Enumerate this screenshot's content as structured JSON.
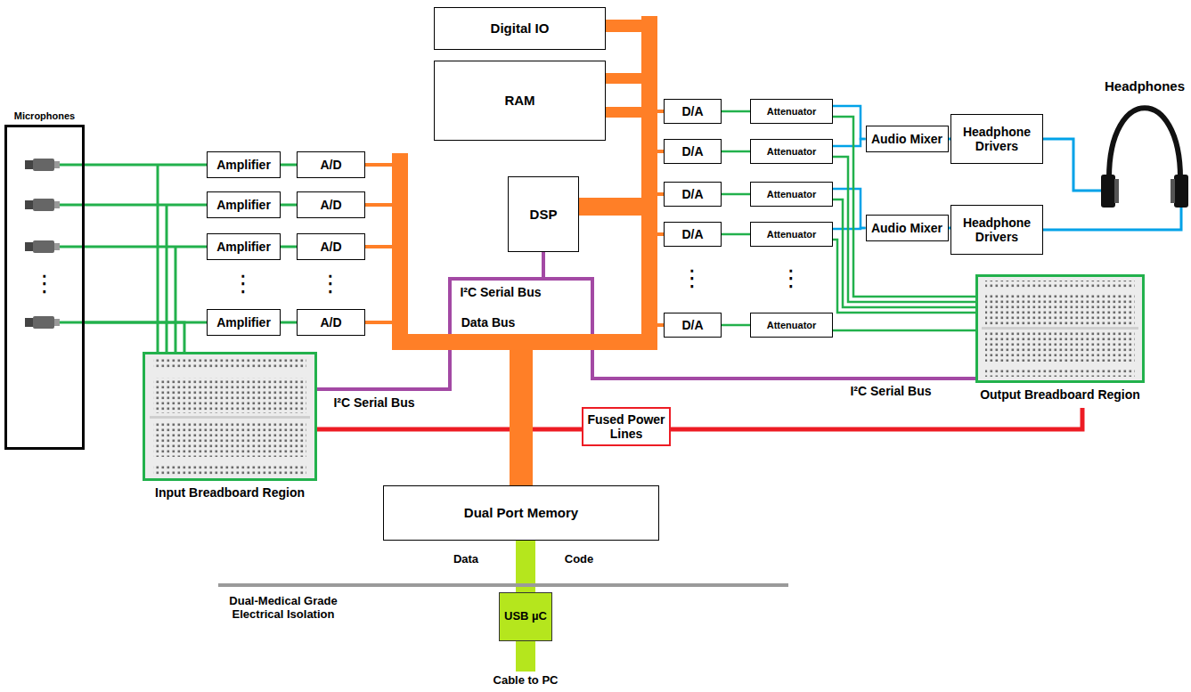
{
  "diagram": {
    "nodes": [
      {
        "text": [
          "Digital IO"
        ]
      },
      {
        "text": [
          "RAM"
        ]
      },
      {
        "text": [
          "Microphones"
        ]
      },
      {
        "text": [
          "Amplifier"
        ]
      },
      {
        "text": [
          "A/D"
        ]
      },
      {
        "text": [
          "Amplifier"
        ]
      },
      {
        "text": [
          "A/D"
        ]
      },
      {
        "text": [
          "Amplifier"
        ]
      },
      {
        "text": [
          "A/D"
        ]
      },
      {
        "text": [
          "Amplifier"
        ]
      },
      {
        "text": [
          "A/D"
        ]
      },
      {
        "text": [
          "DSP"
        ]
      },
      {
        "text": [
          "D/A"
        ]
      },
      {
        "text": [
          "Attenuator"
        ]
      },
      {
        "text": [
          "D/A"
        ]
      },
      {
        "text": [
          "Attenuator"
        ]
      },
      {
        "text": [
          "D/A"
        ]
      },
      {
        "text": [
          "Attenuator"
        ]
      },
      {
        "text": [
          "D/A"
        ]
      },
      {
        "text": [
          "Attenuator"
        ]
      },
      {
        "text": [
          "D/A"
        ]
      },
      {
        "text": [
          "Attenuator"
        ]
      },
      {
        "text": [
          "Audio Mixer"
        ]
      },
      {
        "text": [
          "Headphone Drivers"
        ]
      },
      {
        "text": [
          "Audio Mixer"
        ]
      },
      {
        "text": [
          "Headphone Drivers"
        ]
      },
      {
        "text": [
          "Headphones"
        ]
      },
      {
        "text": [
          "Input Breadboard Region"
        ]
      },
      {
        "text": [
          "Fused Power Lines"
        ]
      },
      {
        "text": [
          "Output Breadboard Region"
        ]
      },
      {
        "text": [
          "Dual Port Memory"
        ]
      },
      {
        "text": [
          "USB µC"
        ]
      }
    ],
    "edges": [
      {
        "from": 2,
        "to": 3,
        "arrow": "none"
      },
      {
        "from": 2,
        "to": 5,
        "arrow": "none"
      },
      {
        "from": 2,
        "to": 7,
        "arrow": "none"
      },
      {
        "from": 2,
        "to": 9,
        "arrow": "none"
      },
      {
        "from": 2,
        "to": 27,
        "arrow": "none"
      },
      {
        "from": 3,
        "to": 4,
        "arrow": "none"
      },
      {
        "from": 5,
        "to": 6,
        "arrow": "none"
      },
      {
        "from": 7,
        "to": 8,
        "arrow": "none"
      },
      {
        "from": 9,
        "to": 10,
        "arrow": "none"
      },
      {
        "from": 12,
        "to": 13,
        "arrow": "none"
      },
      {
        "from": 14,
        "to": 15,
        "arrow": "none"
      },
      {
        "from": 16,
        "to": 17,
        "arrow": "none"
      },
      {
        "from": 18,
        "to": 19,
        "arrow": "none"
      },
      {
        "from": 20,
        "to": 21,
        "arrow": "none"
      },
      {
        "from": 13,
        "to": 22,
        "arrow": "none"
      },
      {
        "from": 15,
        "to": 22,
        "arrow": "none"
      },
      {
        "from": 17,
        "to": 24,
        "arrow": "none"
      },
      {
        "from": 19,
        "to": 24,
        "arrow": "none"
      },
      {
        "from": 13,
        "to": 29,
        "arrow": "none"
      },
      {
        "from": 15,
        "to": 29,
        "arrow": "none"
      },
      {
        "from": 17,
        "to": 29,
        "arrow": "none"
      },
      {
        "from": 19,
        "to": 29,
        "arrow": "none"
      },
      {
        "from": 21,
        "to": 29,
        "arrow": "none"
      },
      {
        "from": 22,
        "to": 23,
        "arrow": "none"
      },
      {
        "from": 24,
        "to": 25,
        "arrow": "none"
      },
      {
        "from": 23,
        "to": 26,
        "arrow": "none"
      },
      {
        "from": 25,
        "to": 26,
        "arrow": "none"
      },
      {
        "from": 11,
        "to": 27,
        "arrow": "none"
      },
      {
        "from": 11,
        "to": 29,
        "arrow": "none"
      },
      {
        "from": 27,
        "to": 28,
        "arrow": "none"
      },
      {
        "from": 28,
        "to": 29,
        "arrow": "none"
      },
      {
        "from": 30,
        "to": 31,
        "arrow": "none"
      }
    ],
    "labels": [
      "⋮",
      "⋮",
      "⋮",
      "I²C Serial Bus",
      "Data Bus",
      "⋮",
      "⋮",
      "I²C Serial Bus",
      "I²C Serial Bus",
      "Data",
      "Code",
      "Dual-Medical Grade Electrical Isolation",
      "Cable to PC"
    ]
  }
}
